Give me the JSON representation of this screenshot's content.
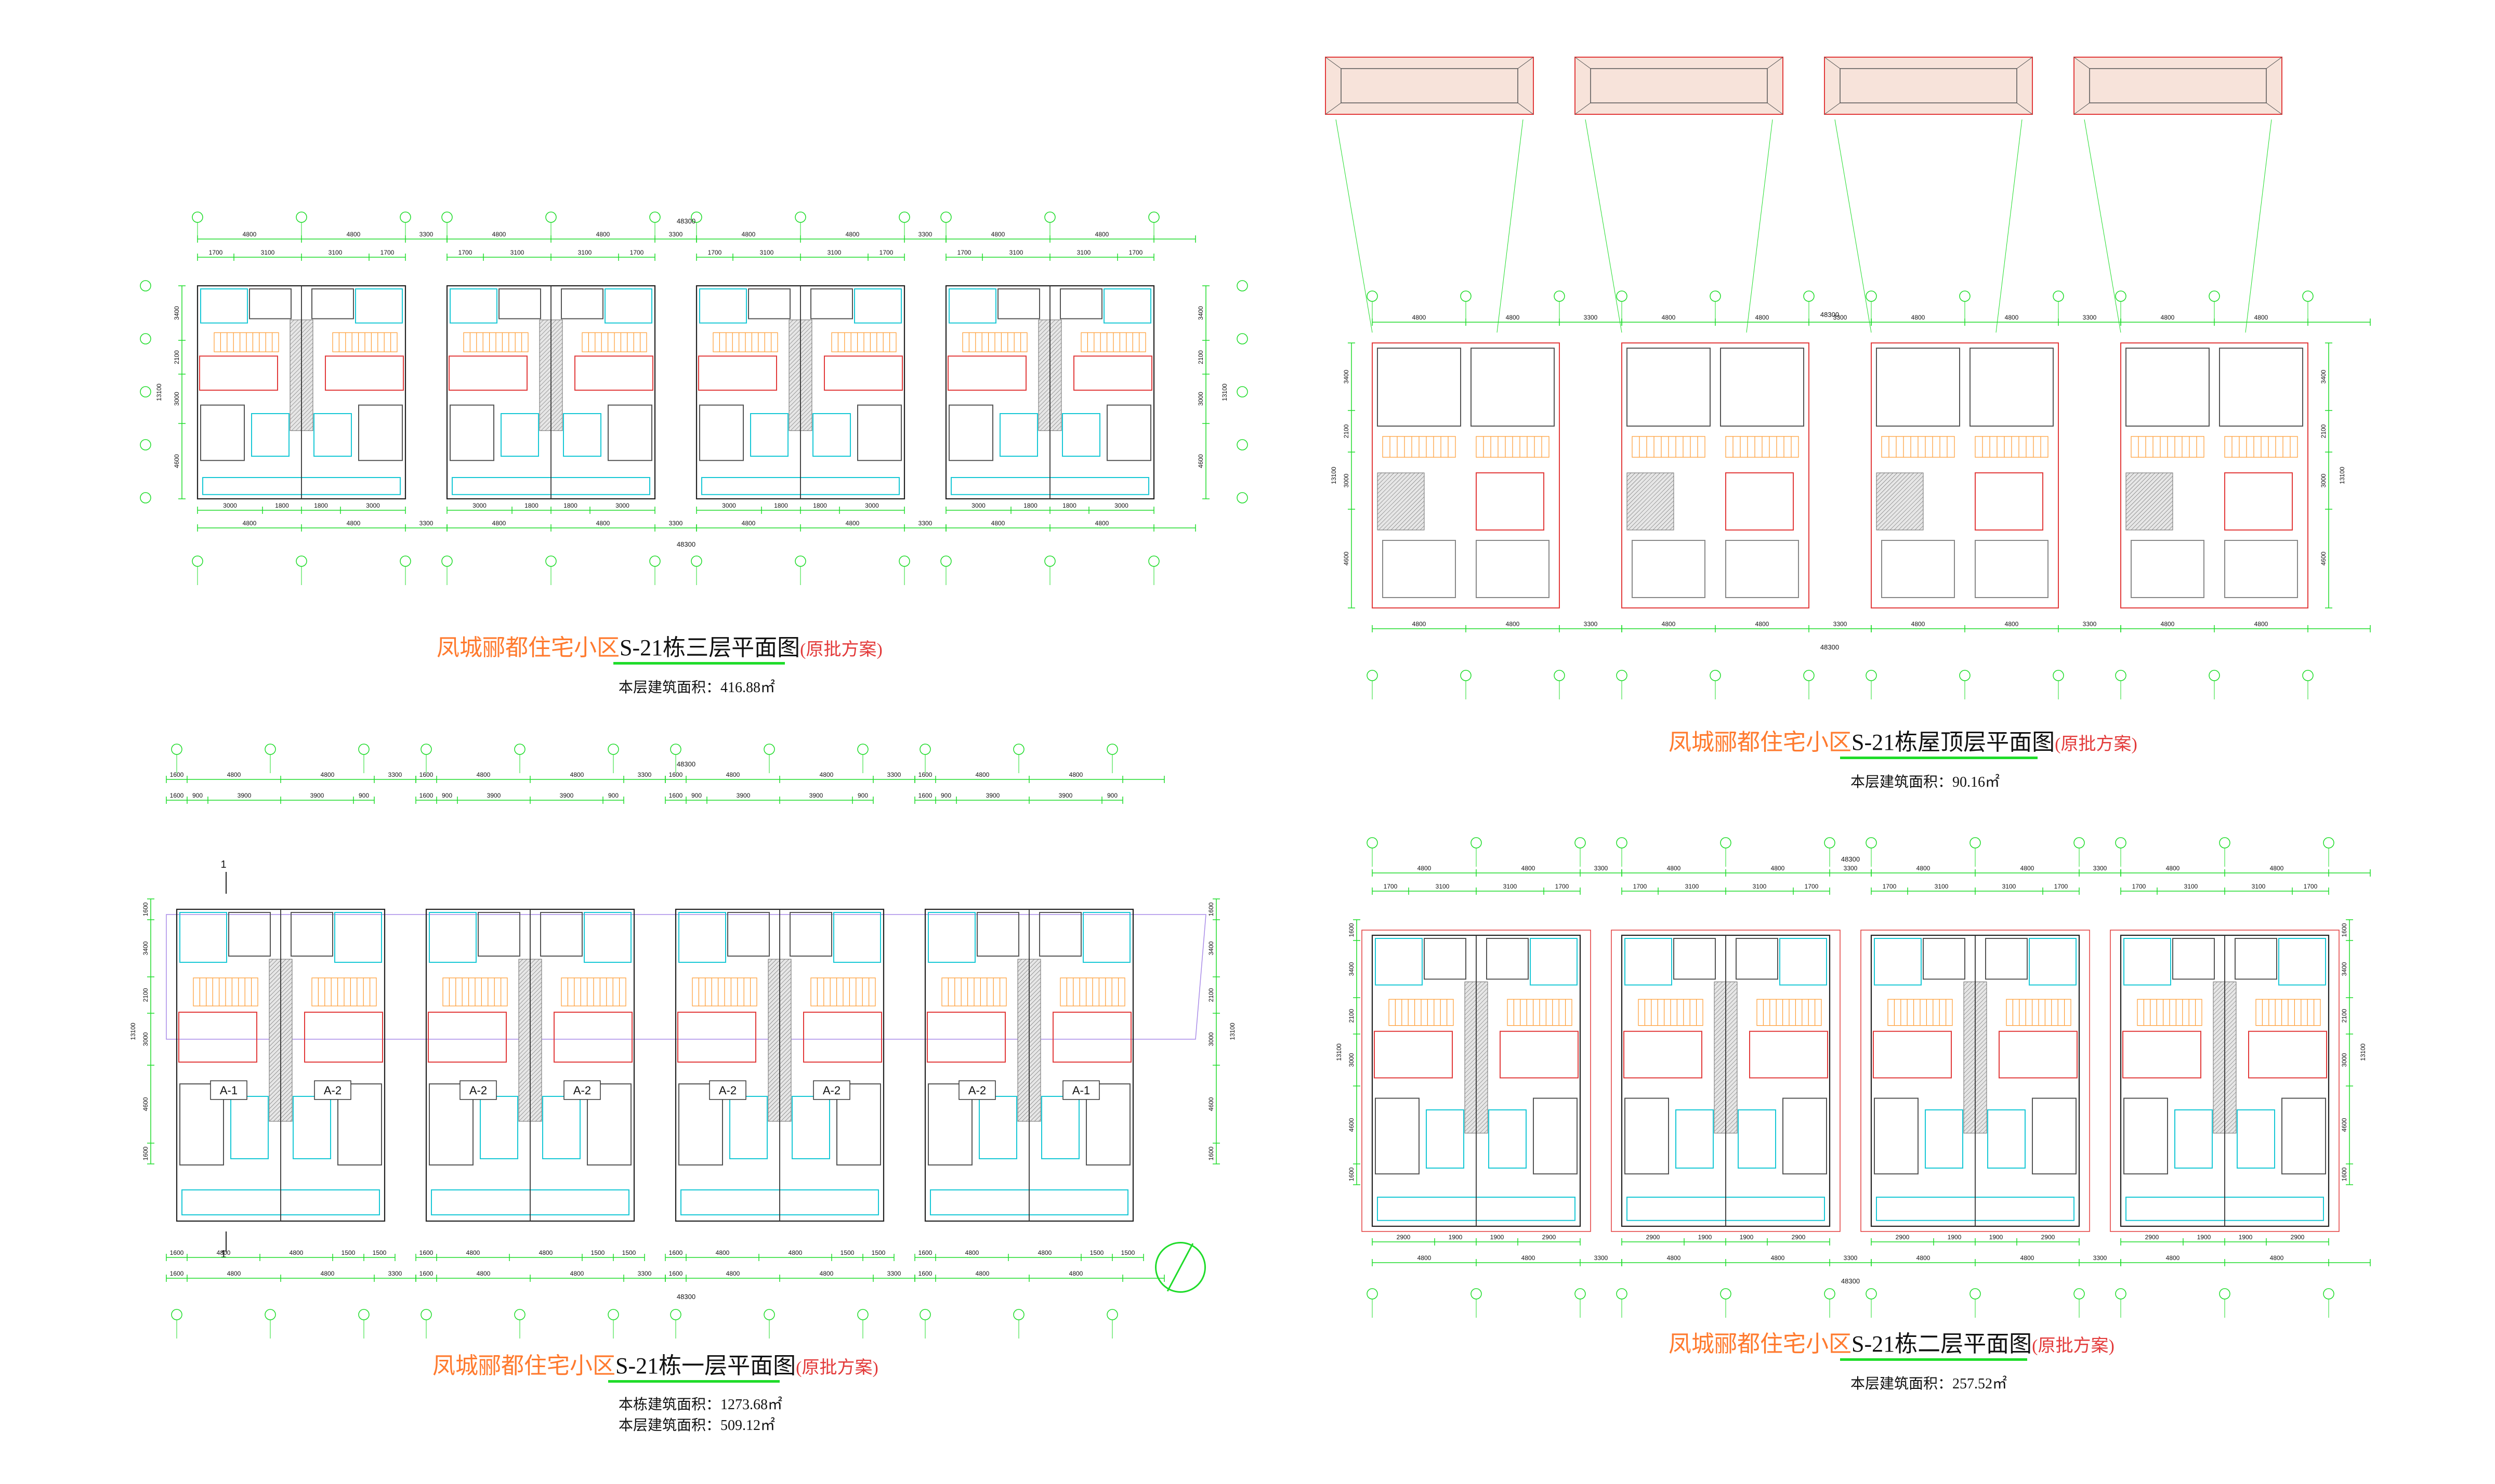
{
  "colors": {
    "dim_line": "#1fdc2a",
    "wall": "#e23b3b",
    "cyan": "#19c8d6",
    "stair": "#ff9a2e",
    "hatch": "#6d6d6d",
    "purple": "#a98be8",
    "text_orange": "#ff7a2e",
    "text_red": "#e33a3a",
    "black": "#111111"
  },
  "plans": {
    "third_floor": {
      "caption": {
        "project": "凤城郦都住宅小区",
        "name": "S-21栋三层平面图",
        "note": "(原批方案)"
      },
      "areas": [
        "本层建筑面积：416.88㎡"
      ],
      "overall_dim": "48300",
      "unit_dims": [
        "4800",
        "4800",
        "3300"
      ],
      "sub_dims": [
        "1700",
        "3100",
        "3100",
        "1700"
      ],
      "bottom_dims": [
        "3000",
        "1800",
        "1800",
        "3000"
      ],
      "side_dims": [
        "3400",
        "2100",
        "3000",
        "4600"
      ],
      "total_side": "13100"
    },
    "roof": {
      "caption": {
        "project": "凤城郦都住宅小区",
        "name": "S-21栋屋顶层平面图",
        "note": "(原批方案)"
      },
      "areas": [
        "本层建筑面积：90.16㎡"
      ],
      "overall_dim": "48300",
      "unit_dims": [
        "4800",
        "4800",
        "3300"
      ],
      "side_dims": [
        "3400",
        "2100",
        "3000",
        "4600"
      ],
      "total_side": "13100"
    },
    "first_floor": {
      "caption": {
        "project": "凤城郦都住宅小区",
        "name": "S-21栋一层平面图",
        "note": "(原批方案)"
      },
      "areas": [
        "本栋建筑面积：1273.68㎡",
        "本层建筑面积：509.12㎡"
      ],
      "overall_dim": "48300",
      "unit_dims": [
        "4800",
        "4800",
        "3300"
      ],
      "sub_dims": [
        "900",
        "3900",
        "3900",
        "900"
      ],
      "side_dims": [
        "1600",
        "3400",
        "2100",
        "3000",
        "4600",
        "1600"
      ],
      "total_side": "13100",
      "unit_labels": [
        "A-1",
        "A-2",
        "A-2",
        "A-2",
        "A-2",
        "A-2",
        "A-2",
        "A-1"
      ],
      "section_mark": "1"
    },
    "second_floor": {
      "caption": {
        "project": "凤城郦都住宅小区",
        "name": "S-21栋二层平面图",
        "note": "(原批方案)"
      },
      "areas": [
        "本层建筑面积：257.52㎡"
      ],
      "overall_dim": "48300",
      "unit_dims": [
        "4800",
        "4800",
        "3300"
      ],
      "sub_dims": [
        "1700",
        "3100",
        "3100",
        "1700"
      ],
      "bottom_dims": [
        "2900",
        "1900",
        "1900",
        "2900"
      ],
      "side_dims": [
        "1600",
        "3400",
        "2100",
        "3000",
        "4600",
        "1600"
      ],
      "total_side": "13100"
    }
  }
}
